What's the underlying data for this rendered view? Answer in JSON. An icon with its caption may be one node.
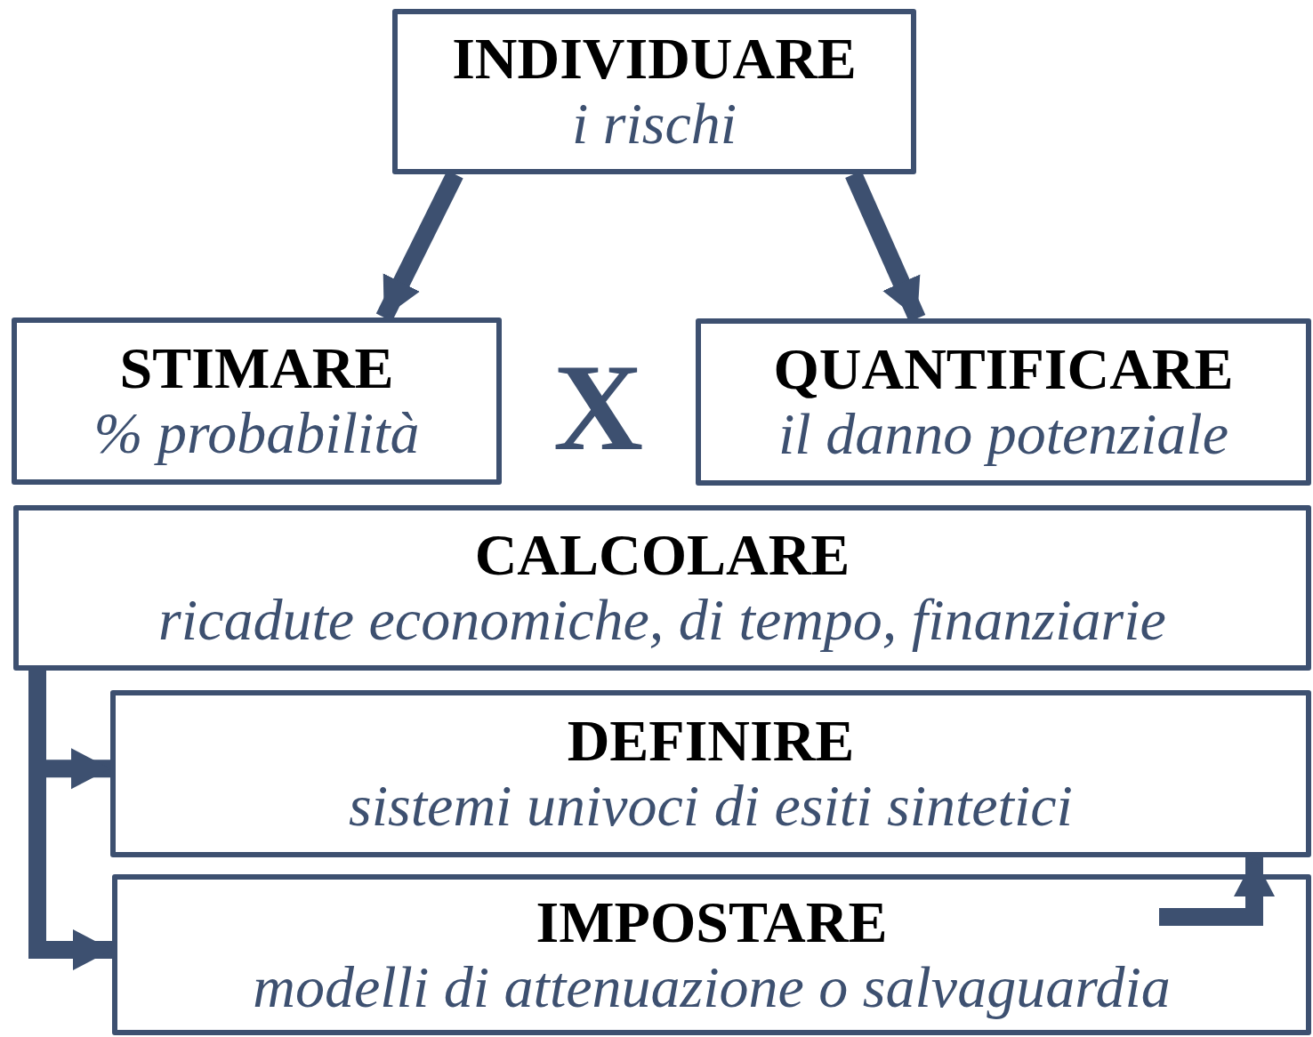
{
  "diagram": {
    "nodes": [
      {
        "text": [
          "INDIVIDUARE",
          "i rischi"
        ]
      },
      {
        "text": [
          "STIMARE",
          "% probabilità"
        ]
      },
      {
        "text": [
          "QUANTIFICARE",
          "il danno potenziale"
        ]
      },
      {
        "text": [
          "CALCOLARE",
          "ricadute economiche, di tempo, finanziarie"
        ]
      },
      {
        "text": [
          "DEFINIRE",
          "sistemi univoci di esiti sintetici"
        ]
      },
      {
        "text": [
          "IMPOSTARE",
          "modelli di attenuazione o salvaguardia"
        ]
      }
    ],
    "edges": [
      {
        "from": 0,
        "to": 1,
        "arrow": "to"
      },
      {
        "from": 0,
        "to": 2,
        "arrow": "to"
      },
      {
        "from": 3,
        "to": 4,
        "arrow": "to"
      },
      {
        "from": 3,
        "to": 5,
        "arrow": "to"
      },
      {
        "from": 5,
        "to": 4,
        "arrow": "to"
      }
    ],
    "labels": [
      "X"
    ]
  }
}
